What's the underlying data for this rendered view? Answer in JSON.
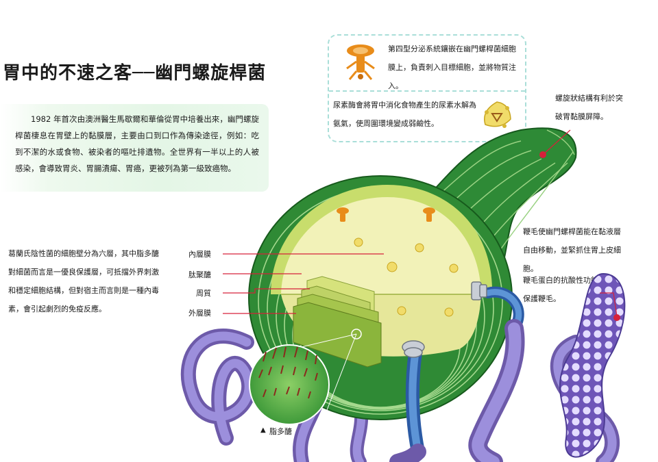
{
  "title": "胃中的不速之客──幽門螺旋桿菌",
  "intro": "1982 年首次由澳洲醫生馬歇爾和華倫從胃中培養出來，幽門螺旋桿菌棲息在胃壁上的黏膜層，主要由口到口作為傳染途徑，例如：吃到不潔的水或食物、被染者的嘔吐排遺物。全世界有一半以上的人被感染，會導致胃炎、胃腸潰瘍、胃癌，更被列為第一級致癌物。",
  "callout": {
    "secretion": "第四型分泌系統鑲嵌在幽門螺桿菌細胞膜上，負責刺入目標細胞，並將物質注入。",
    "urease": "尿素酶會將胃中消化食物產生的尿素水解為氨氣，使周圍環境變成弱鹼性。"
  },
  "spiral_note": "螺旋狀結構有利於突破胃黏膜屏障。",
  "flagella_note": {
    "line1": "鞭毛使幽門螺桿菌能在黏液層自由移動，並緊抓住胃上皮細胞。",
    "line2": "鞭毛蛋白的抗酸性功能，可保護鞭毛。"
  },
  "wall_note": "葛蘭氏陰性菌的細胞壁分為六層，其中脂多醣對細菌而言是一優良保護層，可抵擋外界刺激和穩定細胞結構，但對宿主而言則是一種內毒素，會引起劇烈的免疫反應。",
  "layers": [
    "內層膜",
    "肽聚醣",
    "周質",
    "外層膜"
  ],
  "lps_label": "脂多醣",
  "lps_marker": "▲",
  "colors": {
    "membrane": "#2e8a36",
    "cytoplasm": "#f2f2b8",
    "flagella": "#8a7bd0",
    "accent": "#d6203a",
    "callout_border": "#a9ded8",
    "intro_bg": "#e4f6e6"
  }
}
